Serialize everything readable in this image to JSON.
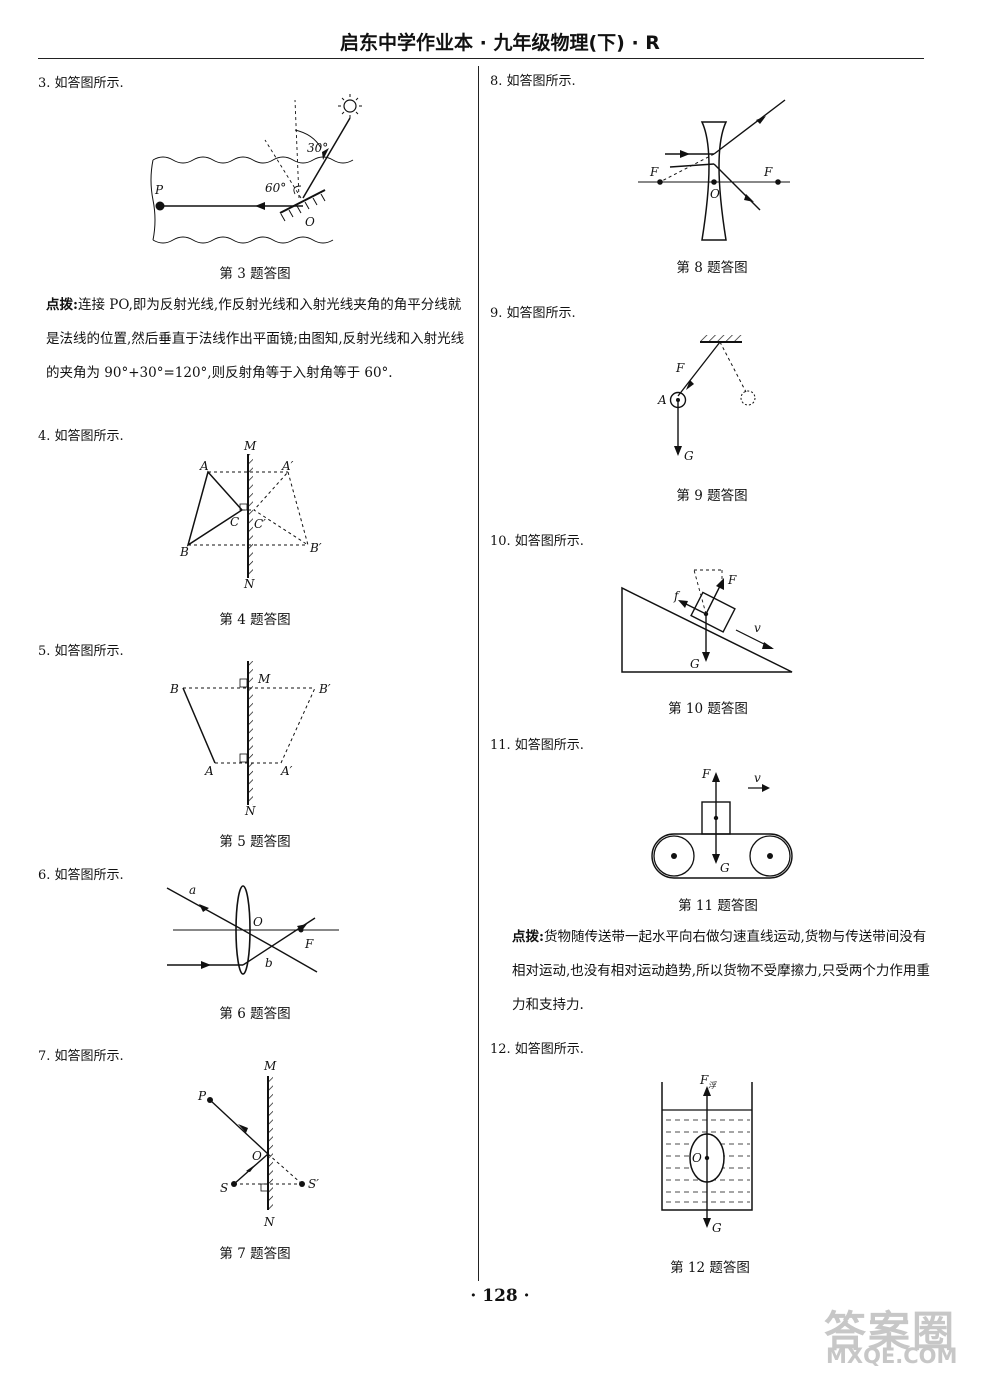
{
  "header": {
    "title": "启东中学作业本 · 九年级物理(下) · R"
  },
  "page_number": "· 128 ·",
  "watermark": {
    "cn": "答案圈",
    "en": "MXQE.COM"
  },
  "items": {
    "q3": {
      "label": "3. 如答图所示.",
      "caption": "第 3 题答图",
      "fig": {
        "angle_top": "30°",
        "angle_left": "60°",
        "p": "P",
        "o": "O"
      },
      "note_prefix": "点拨:",
      "note_text": "连接 PO,即为反射光线,作反射光线和入射光线夹角的角平分线就是法线的位置,然后垂直于法线作出平面镜;由图知,反射光线和入射光线的夹角为 90°+30°=120°,则反射角等于入射角等于 60°."
    },
    "q4": {
      "label": "4. 如答图所示.",
      "caption": "第 4 题答图",
      "fig": {
        "m": "M",
        "n": "N",
        "a": "A",
        "b": "B",
        "c": "C",
        "a2": "A′",
        "b2": "B′",
        "c2": "C′"
      }
    },
    "q5": {
      "label": "5. 如答图所示.",
      "caption": "第 5 题答图",
      "fig": {
        "m": "M",
        "n": "N",
        "a": "A",
        "b": "B",
        "a2": "A′",
        "b2": "B′"
      }
    },
    "q6": {
      "label": "6. 如答图所示.",
      "caption": "第 6 题答图",
      "fig": {
        "a": "a",
        "b": "b",
        "o": "O",
        "f": "F"
      }
    },
    "q7": {
      "label": "7. 如答图所示.",
      "caption": "第 7 题答图",
      "fig": {
        "m": "M",
        "n": "N",
        "p": "P",
        "o": "O",
        "s": "S",
        "s2": "S′"
      }
    },
    "q8": {
      "label": "8. 如答图所示.",
      "caption": "第 8 题答图",
      "fig": {
        "f_left": "F",
        "f_right": "F",
        "o": "O"
      }
    },
    "q9": {
      "label": "9. 如答图所示.",
      "caption": "第 9 题答图",
      "fig": {
        "f": "F",
        "a": "A",
        "g": "G"
      }
    },
    "q10": {
      "label": "10. 如答图所示.",
      "caption": "第 10 题答图",
      "fig": {
        "f": "F",
        "fr": "f",
        "g": "G",
        "v": "v"
      }
    },
    "q11": {
      "label": "11. 如答图所示.",
      "caption": "第 11 题答图",
      "fig": {
        "f": "F",
        "g": "G",
        "v": "v"
      },
      "note_prefix": "点拨:",
      "note_text": "货物随传送带一起水平向右做匀速直线运动,货物与传送带间没有相对运动,也没有相对运动趋势,所以货物不受摩擦力,只受两个力作用重力和支持力."
    },
    "q12": {
      "label": "12. 如答图所示.",
      "caption": "第 12 题答图",
      "fig": {
        "f": "F",
        "f_sub": "浮",
        "o": "O",
        "g": "G"
      }
    }
  }
}
